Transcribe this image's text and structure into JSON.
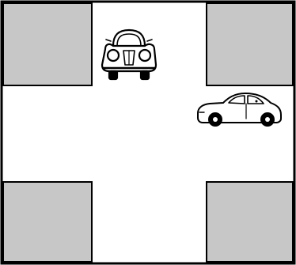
{
  "diagram": {
    "type": "intersection",
    "blocks": {
      "fill": "#c7c7c7",
      "stroke": "#000000",
      "names": [
        "top-left",
        "top-right",
        "bottom-left",
        "bottom-right"
      ]
    },
    "road": {
      "fill": "#ffffff"
    },
    "cars": [
      {
        "name": "front-view-car",
        "orientation": "facing-viewer"
      },
      {
        "name": "side-view-car",
        "orientation": "facing-right"
      }
    ]
  }
}
